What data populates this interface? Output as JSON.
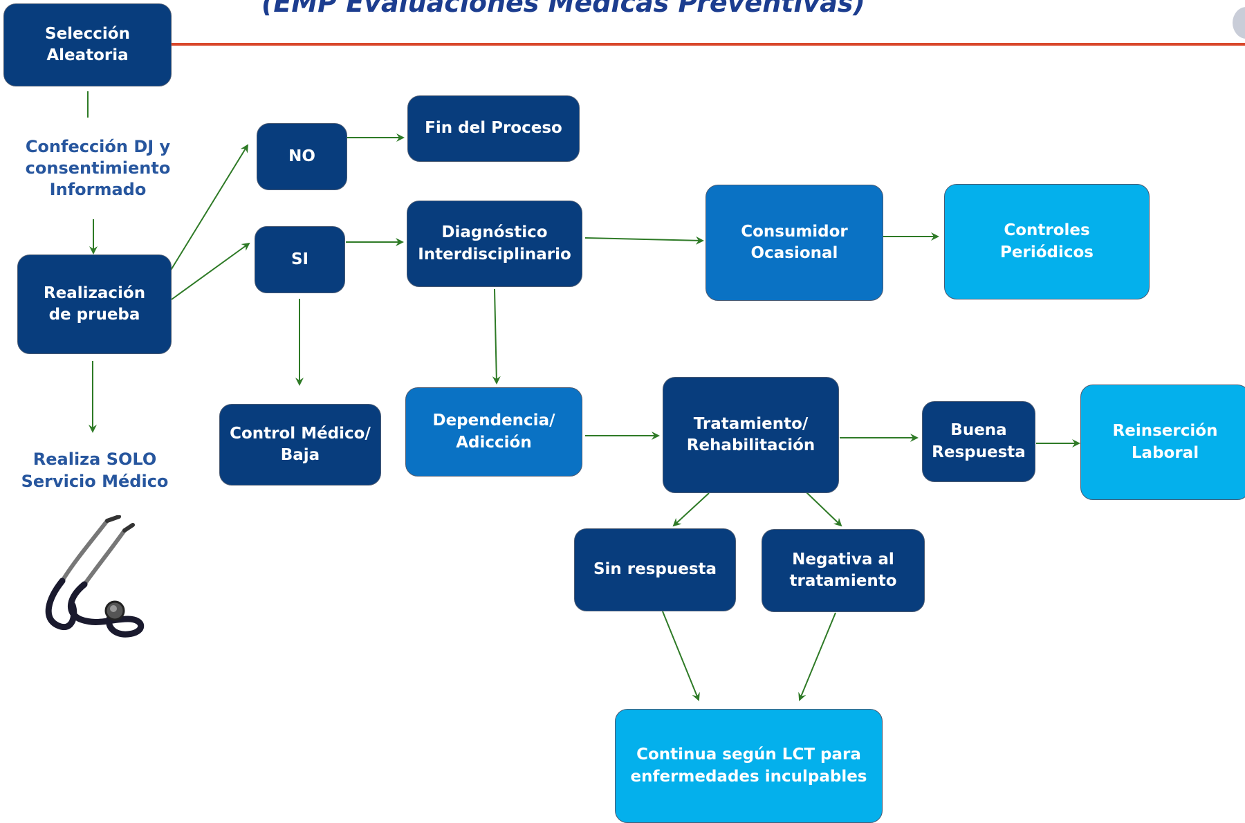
{
  "header": {
    "title": "(EMP Evaluaciones Médicas Preventivas)"
  },
  "colors": {
    "dark_box": "#083d7d",
    "mid_box": "#0a72c4",
    "light_box": "#04b0ec",
    "arrow": "#2e7a26",
    "rule": "#d9472b",
    "plain_text": "#27569e"
  },
  "nodes": {
    "seleccion": "Selección\nAleatoria",
    "confeccion": "Confección DJ y\nconsentimiento\nInformado",
    "realizacion": "Realización\nde prueba",
    "realiza_solo": "Realiza SOLO\nServicio Médico",
    "no": "NO",
    "si": "SI",
    "fin": "Fin del Proceso",
    "diagnostico": "Diagnóstico\nInterdisciplinario",
    "consumidor": "Consumidor\nOcasional",
    "controles": "Controles\nPeriódicos",
    "control_medico": "Control Médico/\nBaja",
    "dependencia": "Dependencia/\nAdicción",
    "tratamiento": "Tratamiento/\nRehabilitación",
    "buena": "Buena\nRespuesta",
    "reinsercion": "Reinserción\nLaboral",
    "sin_respuesta": "Sin respuesta",
    "negativa": "Negativa al\ntratamiento",
    "continua": "Continua según LCT para\nenfermedades inculpables"
  },
  "icons": {
    "stethoscope": "stethoscope-icon"
  }
}
